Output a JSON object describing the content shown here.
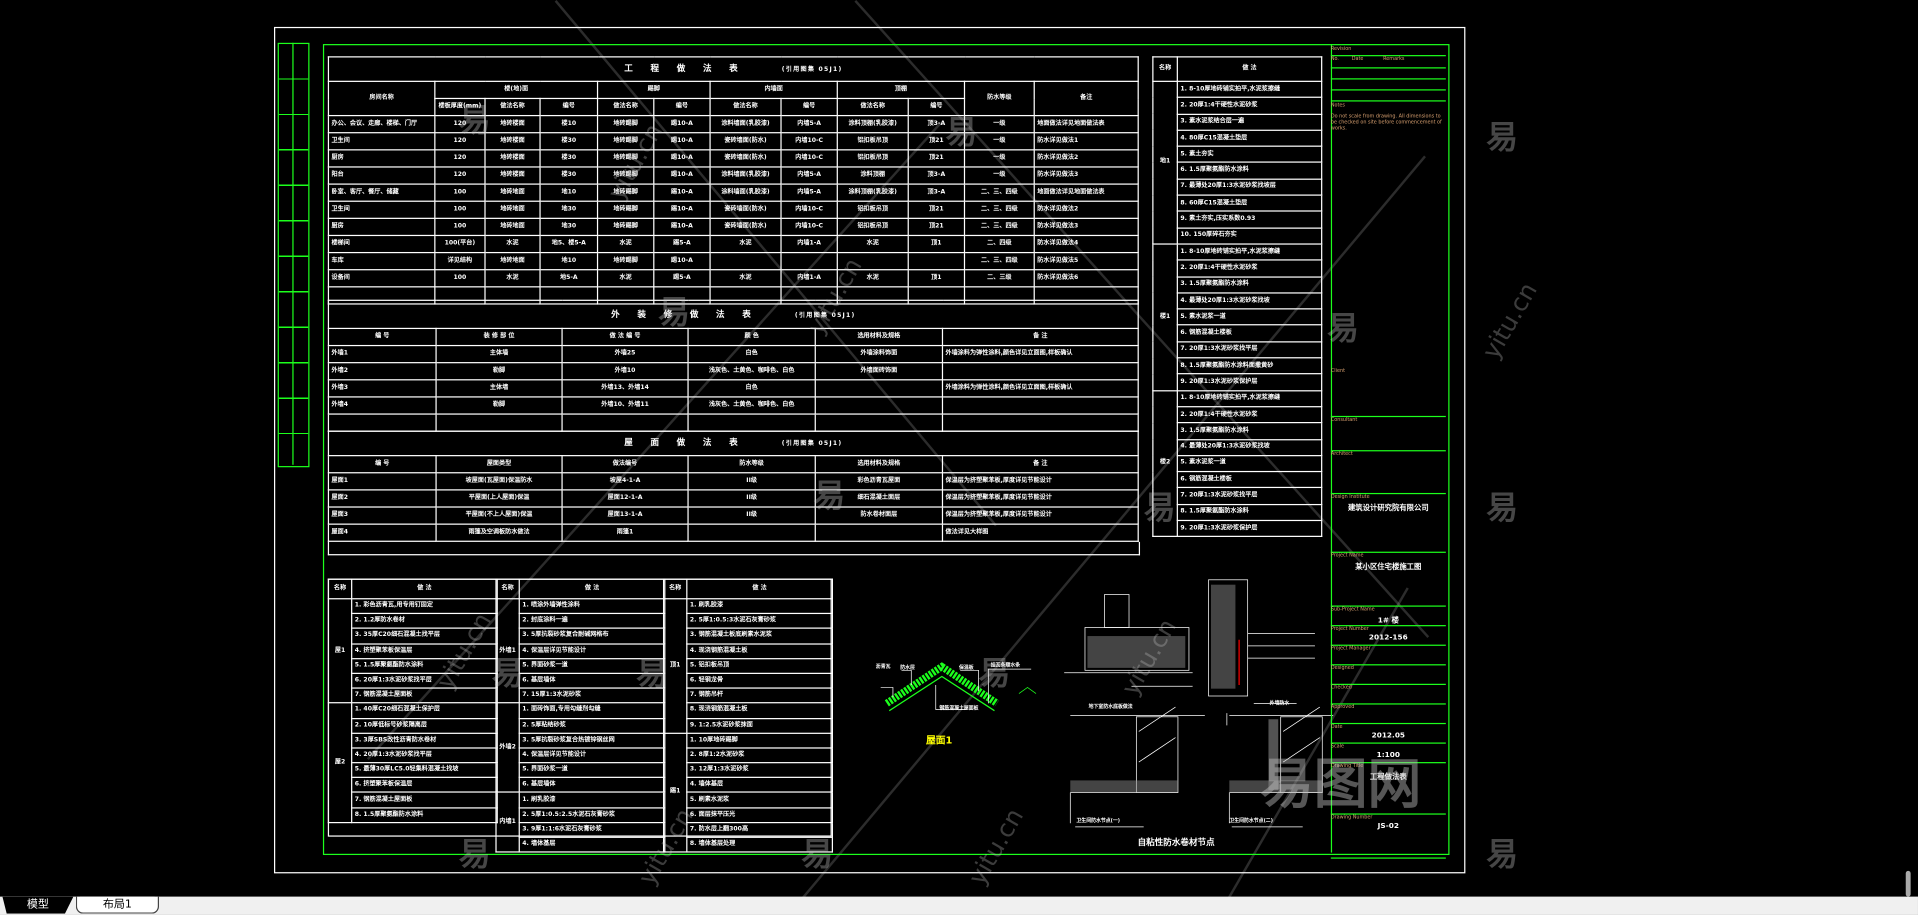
{
  "tabs": [
    {
      "label": "模型",
      "active": true
    },
    {
      "label": "布局1",
      "active": false
    }
  ],
  "colors": {
    "background": "#000000",
    "frame": "#ffffff",
    "border_green": "#1cff1c",
    "title_block_text": "#d8a070",
    "roof_detail": "#1cff1c",
    "caption_yellow": "#ffff00"
  },
  "watermark": {
    "char": "易",
    "site": "yitu.cn",
    "brand": "易图网"
  },
  "eng_table": {
    "title": "工 程 做 法 表",
    "sub": "(引用图集 05J1)",
    "headers": {
      "room": "房间名称",
      "floor": "楼(地)面",
      "skirting": "踢脚",
      "wall": "内墙面",
      "ceiling": "顶棚",
      "waterproof": "防水等级",
      "remark": "备注",
      "sub": [
        "楼板厚度(mm)",
        "做法名称",
        "编号",
        "做法名称",
        "编号",
        "做法名称",
        "编号",
        "做法名称",
        "编号"
      ]
    },
    "rows": [
      [
        "办公、会议、走廊、楼梯、门厅",
        "120",
        "地砖楼面",
        "楼10",
        "地砖踢脚",
        "踢10-A",
        "涂料墙面(乳胶漆)",
        "内墙5-A",
        "涂料顶棚(乳胶漆)",
        "顶3-A",
        "一级",
        "地面做法详见地面做法表"
      ],
      [
        "卫生间",
        "120",
        "地砖楼面",
        "楼30",
        "地砖踢脚",
        "踢10-A",
        "瓷砖墙面(防水)",
        "内墙10-C",
        "铝扣板吊顶",
        "顶21",
        "一级",
        "防水详见做法1"
      ],
      [
        "厨房",
        "120",
        "地砖楼面",
        "楼30",
        "地砖踢脚",
        "踢10-A",
        "瓷砖墙面(防水)",
        "内墙10-C",
        "铝扣板吊顶",
        "顶21",
        "一级",
        "防水详见做法2"
      ],
      [
        "阳台",
        "120",
        "地砖楼面",
        "楼30",
        "地砖踢脚",
        "踢10-A",
        "涂料墙面(乳胶漆)",
        "内墙5-A",
        "涂料顶棚",
        "顶3-A",
        "一级",
        "防水详见做法3"
      ],
      [
        "卧室、客厅、餐厅、储藏",
        "100",
        "地砖地面",
        "地10",
        "地砖踢脚",
        "踢10-A",
        "涂料墙面(乳胶漆)",
        "内墙5-A",
        "涂料顶棚(乳胶漆)",
        "顶3-A",
        "二、三、四级",
        "地面做法详见地面做法表"
      ],
      [
        "卫生间",
        "100",
        "地砖地面",
        "地30",
        "地砖踢脚",
        "踢10-A",
        "瓷砖墙面(防水)",
        "内墙10-C",
        "铝扣板吊顶",
        "顶21",
        "二、三、四级",
        "防水详见做法2"
      ],
      [
        "厨房",
        "100",
        "地砖地面",
        "地30",
        "地砖踢脚",
        "踢10-A",
        "瓷砖墙面(防水)",
        "内墙10-C",
        "铝扣板吊顶",
        "顶21",
        "二、三、四级",
        "防水详见做法3"
      ],
      [
        "楼梯间",
        "100(平台)",
        "水泥",
        "地5、楼5-A",
        "水泥",
        "踢5-A",
        "水泥",
        "内墙1-A",
        "水泥",
        "顶1",
        "二、四级",
        "防水详见做法4"
      ],
      [
        "车库",
        "详见结构",
        "地砖地面",
        "地10",
        "地砖踢脚",
        "踢10-A",
        "",
        "",
        "",
        "",
        "二、三、四级",
        "防水详见做法5"
      ],
      [
        "设备间",
        "100",
        "水泥",
        "地5-A",
        "水泥",
        "踢5-A",
        "水泥",
        "内墙1-A",
        "水泥",
        "顶1",
        "二、三级",
        "防水详见做法6"
      ],
      [
        "",
        "",
        "",
        "",
        "",
        "",
        "",
        "",
        "",
        "",
        "",
        ""
      ]
    ]
  },
  "ext_table": {
    "title": "外 装 修 做 法 表",
    "sub": "(引用图集 05J1)",
    "headers": [
      "编 号",
      "装 修 部 位",
      "做 法 编 号",
      "颜 色",
      "选用材料及规格",
      "备 注"
    ],
    "rows": [
      [
        "外墙1",
        "主体墙",
        "外墙25",
        "白色",
        "外墙涂料饰面",
        "外墙涂料为弹性涂料,颜色详见立面图,样板确认"
      ],
      [
        "外墙2",
        "勒脚",
        "外墙10",
        "浅灰色、土黄色、咖啡色、白色",
        "外墙面砖饰面",
        ""
      ],
      [
        "外墙3",
        "主体墙",
        "外墙13、外墙14",
        "白色",
        "",
        "外墙涂料为弹性涂料,颜色详见立面图,样板确认"
      ],
      [
        "外墙4",
        "勒脚",
        "外墙10、外墙11",
        "浅灰色、土黄色、咖啡色、白色",
        "",
        ""
      ],
      [
        "",
        "",
        "",
        "",
        "",
        ""
      ]
    ]
  },
  "roof_table": {
    "title": "屋 面 做 法 表",
    "sub": "(引用图集 05J1)",
    "headers": [
      "编 号",
      "屋面类型",
      "做法编号",
      "防水等级",
      "选用材料及规格",
      "备 注"
    ],
    "rows": [
      [
        "屋面1",
        "坡屋面(瓦屋面)保温防水",
        "坡屋4-1-A",
        "II级",
        "彩色沥青瓦屋面",
        "保温层为挤塑聚苯板,厚度详见节能设计"
      ],
      [
        "屋面2",
        "平屋面(上人屋面)保温",
        "屋面12-1-A",
        "II级",
        "细石混凝土面层",
        "保温层为挤塑聚苯板,厚度详见节能设计"
      ],
      [
        "屋面3",
        "平屋面(不上人屋面)保温",
        "屋面13-1-A",
        "II级",
        "防水卷材面层",
        "保温层为挤塑聚苯板,厚度详见节能设计"
      ],
      [
        "屋面4",
        "雨篷及空调板防水做法",
        "雨篷1",
        "",
        "",
        "做法详见大样图"
      ]
    ]
  },
  "notes_right": {
    "headers": [
      "名称",
      "做 法"
    ],
    "sections": [
      {
        "name": "地1",
        "rows": [
          "1. 8-10厚地砖铺实拍平,水泥浆擦缝",
          "2. 20厚1:4干硬性水泥砂浆",
          "3. 素水泥浆结合层一遍",
          "4. 80厚C15混凝土垫层",
          "5. 素土夯实",
          "6. 1.5厚聚氨酯防水涂料",
          "7. 最薄处20厚1:3水泥砂浆找坡层",
          "8. 60厚C15混凝土垫层",
          "9. 素土夯实,压实系数0.93",
          "10. 150厚碎石夯实"
        ]
      },
      {
        "name": "楼1",
        "rows": [
          "1. 8-10厚地砖铺实拍平,水泥浆擦缝",
          "2. 20厚1:4干硬性水泥砂浆",
          "3. 1.5厚聚氨酯防水涂料",
          "4. 最薄处20厚1:3水泥砂浆找坡",
          "5. 素水泥浆一道",
          "6. 钢筋混凝土楼板",
          "7. 20厚1:3水泥砂浆找平层",
          "8. 1.5厚聚氨酯防水涂料面撒黄砂",
          "9. 20厚1:3水泥砂浆保护层"
        ]
      },
      {
        "name": "楼2",
        "rows": [
          "1. 8-10厚地砖铺实拍平,水泥浆擦缝",
          "2. 20厚1:4干硬性水泥砂浆",
          "3. 1.5厚聚氨酯防水涂料",
          "4. 最薄处20厚1:3水泥砂浆找坡",
          "5. 素水泥浆一道",
          "6. 钢筋混凝土楼板",
          "7. 20厚1:3水泥砂浆找平层",
          "8. 1.5厚聚氨酯防水涂料",
          "9. 20厚1:3水泥砂浆保护层"
        ]
      }
    ]
  },
  "notes_bottom": {
    "headers": [
      "名称",
      "做 法",
      "名称",
      "做 法",
      "名称",
      "做 法"
    ],
    "col1": {
      "sections": [
        {
          "name": "屋1",
          "rows": [
            "1. 彩色沥青瓦,用专用钉固定",
            "2. 1.2厚防水卷材",
            "3. 35厚C20细石混凝土找平层",
            "4. 挤塑聚苯板保温层",
            "5. 1.5厚聚氨酯防水涂料",
            "6. 20厚1:3水泥砂浆找平层",
            "7. 钢筋混凝土屋面板"
          ]
        },
        {
          "name": "屋2",
          "rows": [
            "1. 40厚C20细石混凝土保护层",
            "2. 10厚低标号砂浆隔离层",
            "3. 3厚SBS改性沥青防水卷材",
            "4. 20厚1:3水泥砂浆找平层",
            "5. 最薄30厚LC5.0轻集料混凝土找坡",
            "6. 挤塑聚苯板保温层",
            "7. 钢筋混凝土屋面板",
            "8. 1.5厚聚氨酯防水涂料"
          ]
        }
      ]
    },
    "col2": {
      "sections": [
        {
          "name": "外墙1",
          "rows": [
            "1. 喷涂外墙弹性涂料",
            "2. 封底涂料一遍",
            "3. 5厚抗裂砂浆复合耐碱网格布",
            "4. 保温层详见节能设计",
            "5. 界面砂浆一道",
            "6. 基层墙体",
            "7. 15厚1:3水泥砂浆"
          ]
        },
        {
          "name": "外墙2",
          "rows": [
            "1. 面砖饰面,专用勾缝剂勾缝",
            "2. 5厚粘结砂浆",
            "3. 5厚抗裂砂浆复合热镀锌钢丝网",
            "4. 保温层详见节能设计",
            "5. 界面砂浆一道",
            "6. 基层墙体"
          ]
        },
        {
          "name": "内墙1",
          "rows": [
            "1. 刷乳胶漆",
            "2. 5厚1:0.5:2.5水泥石灰膏砂浆",
            "3. 9厚1:1:6水泥石灰膏砂浆",
            "4. 墙体基层"
          ]
        }
      ]
    },
    "col3": {
      "sections": [
        {
          "name": "顶1",
          "rows": [
            "1. 刷乳胶漆",
            "2. 5厚1:0.5:3水泥石灰膏砂浆",
            "3. 钢筋混凝土板底刷素水泥浆",
            "4. 现浇钢筋混凝土板",
            "5. 铝扣板吊顶",
            "6. 轻钢龙骨",
            "7. 钢筋吊杆",
            "8. 现浇钢筋混凝土板",
            "9. 1:2.5水泥砂浆抹面"
          ]
        },
        {
          "name": "踢1",
          "rows": [
            "1. 10厚地砖踢脚",
            "2. 8厚1:2水泥砂浆",
            "3. 12厚1:3水泥砂浆",
            "4. 墙体基层",
            "5. 刷素水泥浆",
            "6. 面层抹平压光",
            "7. 防水层上翻300高",
            "8. 墙体基层处理"
          ]
        }
      ]
    }
  },
  "details": {
    "roof_caption": "屋面1",
    "roof_labels": [
      "沥青瓦",
      "防水层",
      "保温板",
      "挂瓦条顺水条",
      "钢筋混凝土屋面板"
    ],
    "detail_captions": [
      "地下室防水底板做法",
      "外墙防水",
      "卫生间防水节点(一)",
      "卫生间防水节点(二)"
    ],
    "main_caption": "自粘性防水卷材节点"
  },
  "title_block": {
    "revision": "Revision",
    "rev_cols": [
      "No.",
      "Date",
      "Remarks"
    ],
    "notes_label": "Notes",
    "notes_text": "Do not scale from drawing. All dimensions to be checked on site before commencement of works.",
    "fields": [
      {
        "label": "Client",
        "value": ""
      },
      {
        "label": "Consultant",
        "value": ""
      },
      {
        "label": "Architect",
        "value": ""
      },
      {
        "label": "Design Institute",
        "value": "建筑设计研究院有限公司"
      },
      {
        "label": "Project Name",
        "value": "某小区住宅楼施工图"
      },
      {
        "label": "Sub-Project Name",
        "value": "1# 楼"
      },
      {
        "label": "Project Number",
        "value": "2012-156"
      },
      {
        "label": "Project Manager",
        "value": ""
      },
      {
        "label": "Designed",
        "value": ""
      },
      {
        "label": "Checked",
        "value": ""
      },
      {
        "label": "Approved",
        "value": ""
      },
      {
        "label": "Date",
        "value": "2012.05"
      },
      {
        "label": "Scale",
        "value": "1:100"
      },
      {
        "label": "Drawing Title",
        "value": "工程做法表"
      },
      {
        "label": "Drawing Number",
        "value": "JS-02"
      }
    ]
  }
}
